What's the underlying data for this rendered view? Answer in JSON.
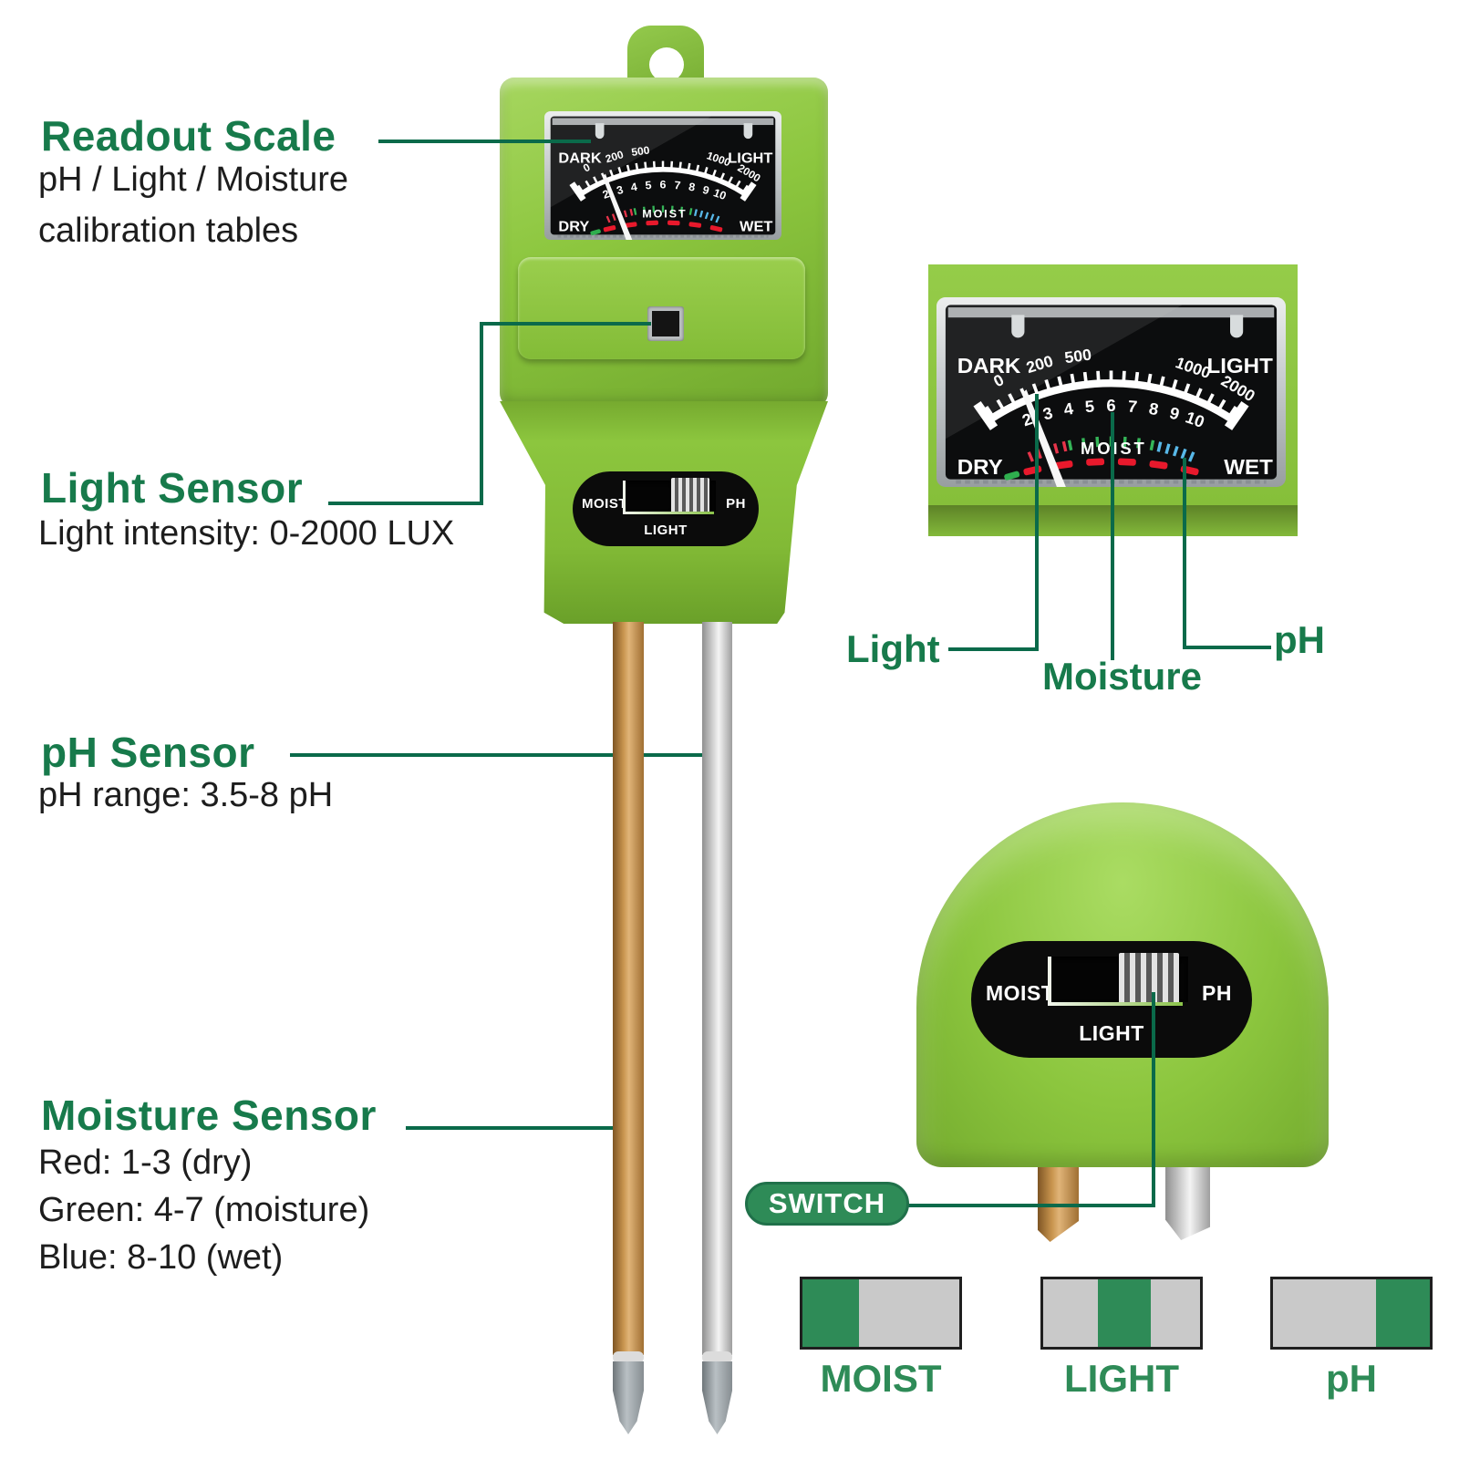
{
  "annotations": {
    "readout": {
      "title": "Readout Scale",
      "line1": "pH / Light / Moisture",
      "line2": "calibration tables"
    },
    "light_sensor": {
      "title": "Light Sensor",
      "desc": "Light intensity: 0-2000 LUX"
    },
    "ph_sensor": {
      "title": "pH Sensor",
      "desc": "pH range: 3.5-8 pH"
    },
    "moisture_sensor": {
      "title": "Moisture Sensor",
      "lines": [
        "Red: 1-3 (dry)",
        "Green: 4-7 (moisture)",
        "Blue: 8-10 (wet)"
      ]
    }
  },
  "meter": {
    "dark": "DARK",
    "light": "LIGHT",
    "dry": "DRY",
    "wet": "WET",
    "moist": "MOIST",
    "light_scale": [
      "0",
      "200",
      "500",
      "1000",
      "2000"
    ],
    "moisture_scale": [
      "2",
      "3",
      "4",
      "5",
      "6",
      "7",
      "8",
      "9",
      "10"
    ]
  },
  "switch_panel": {
    "left": "MOIST",
    "right": "PH",
    "bottom": "LIGHT"
  },
  "inset_callouts": {
    "light": "Light",
    "moisture": "Moisture",
    "ph": "pH"
  },
  "switch_pill": "SWITCH",
  "legend": [
    {
      "label": "MOIST",
      "green_position": "left"
    },
    {
      "label": "LIGHT",
      "green_position": "middle"
    },
    {
      "label": "pH",
      "green_position": "right"
    }
  ],
  "colors": {
    "heading_green": "#177A4B",
    "connector_green": "#0A6A4A",
    "legend_green": "#2E8B57",
    "device_green": "#8CC63E",
    "copper_probe": "#C9954F",
    "silver_probe": "#D9D9D9",
    "meter_red": "#E8344A",
    "meter_green": "#35B558",
    "meter_blue": "#58B8E8"
  }
}
